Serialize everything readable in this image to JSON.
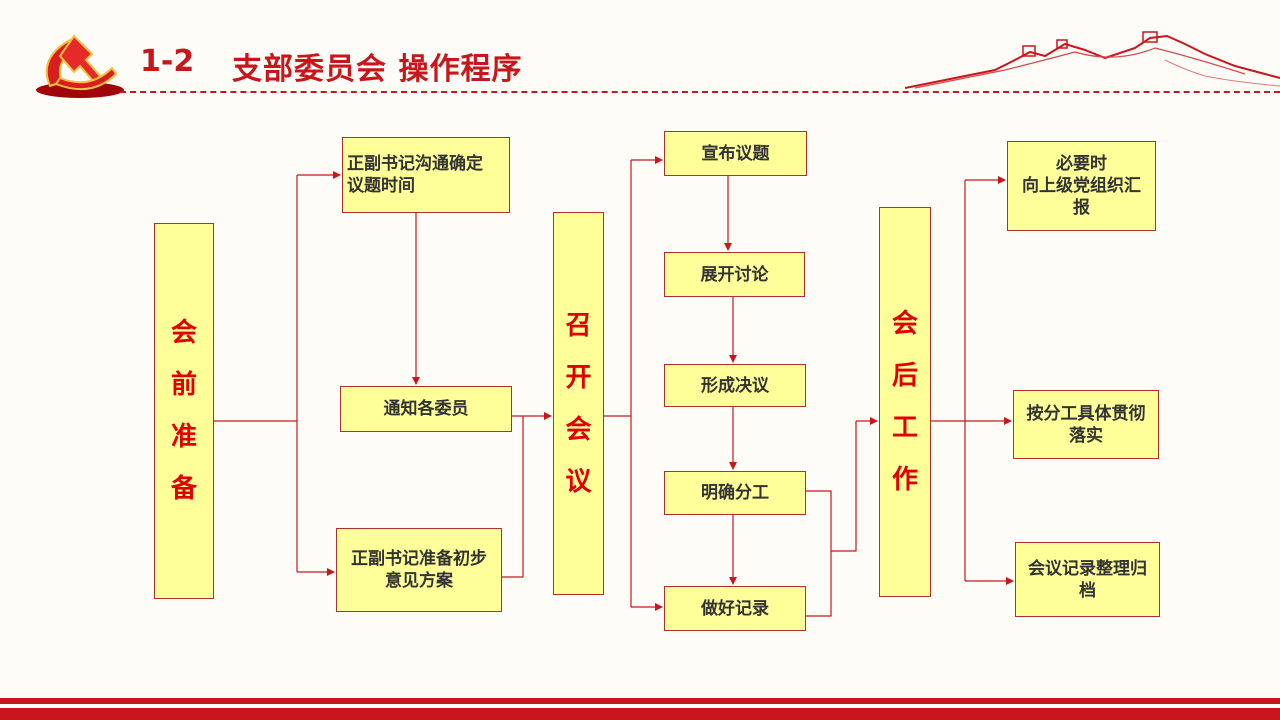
{
  "header": {
    "number": "1-2",
    "title": "支部委员会  操作程序"
  },
  "stages": {
    "prepare": [
      "会",
      "前",
      "准",
      "备"
    ],
    "hold": [
      "召",
      "开",
      "会",
      "议"
    ],
    "after": [
      "会",
      "后",
      "工",
      "作"
    ]
  },
  "steps": {
    "communicate": "正副书记沟通确定\n议题时间",
    "notify": "通知各委员",
    "draft": "正副书记准备初步\n意见方案",
    "announce": "宣布议题",
    "discuss": "展开讨论",
    "resolve": "形成决议",
    "assign": "明确分工",
    "record": "做好记录",
    "report": "必要时\n向上级党组织汇\n报",
    "implement": "按分工具体贯彻\n落实",
    "archive": "会议记录整理归\n档"
  },
  "colors": {
    "accent": "#c8161d",
    "box_fill": "#ffff99",
    "stage_text": "#e00000"
  },
  "icons": [
    "party-emblem-icon",
    "great-wall-icon"
  ]
}
